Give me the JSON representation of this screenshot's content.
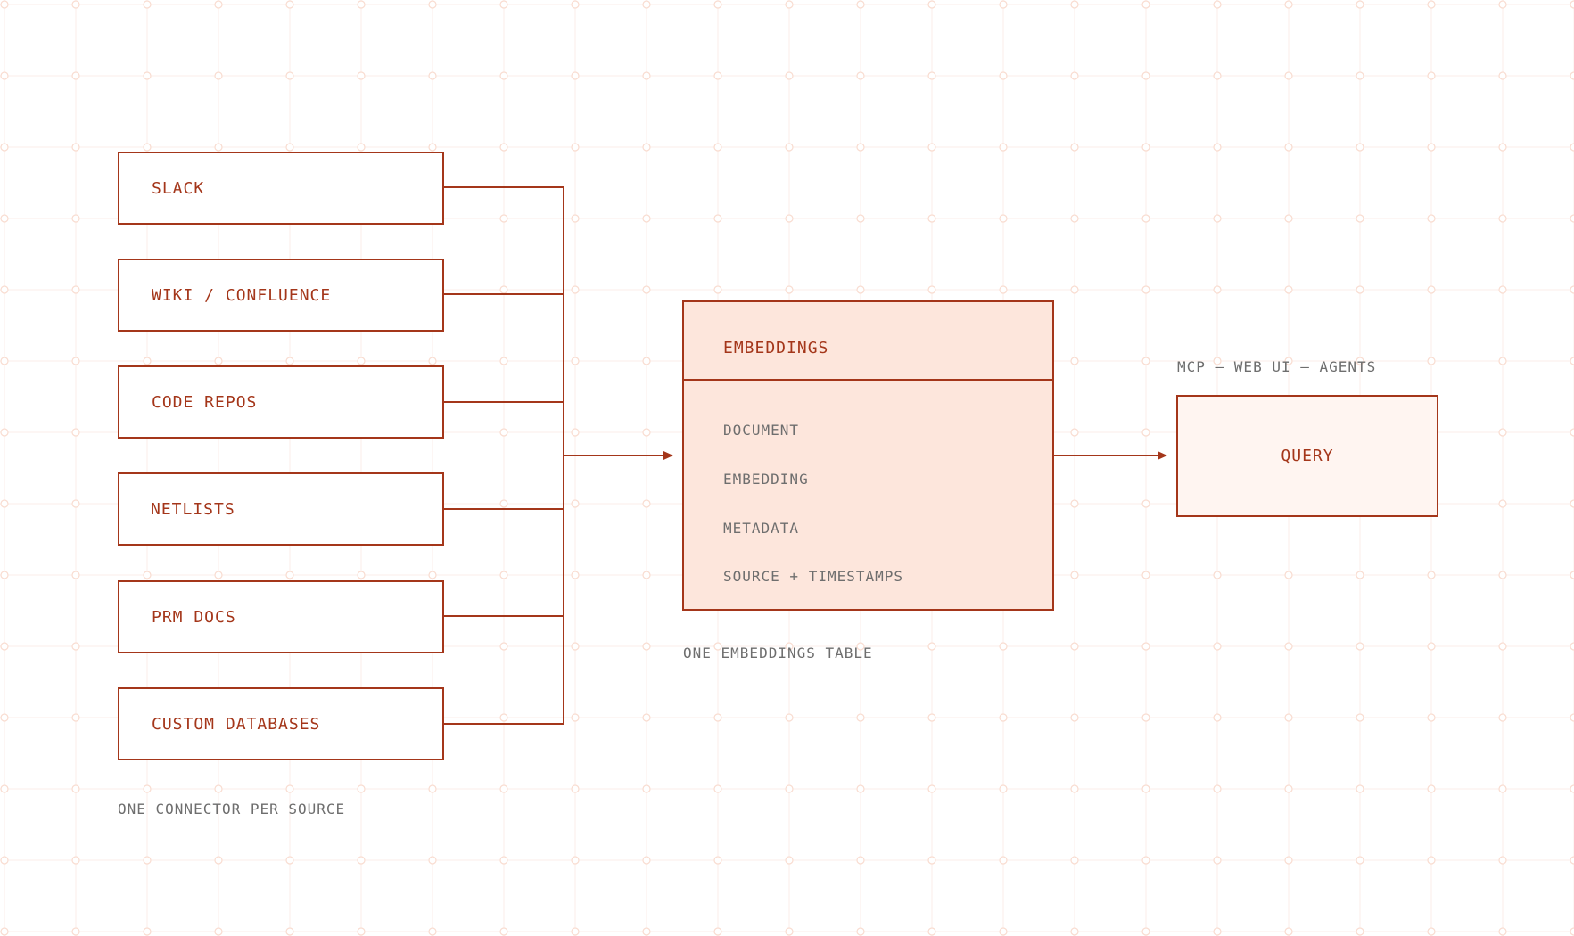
{
  "colors": {
    "accent": "#a4361a",
    "table_fill": "#fde6dc",
    "query_fill": "#fff5f1",
    "muted_text": "#6e6e6e",
    "grid": "#f9dcd0"
  },
  "sources": [
    {
      "label": "SLACK"
    },
    {
      "label": "WIKI / CONFLUENCE"
    },
    {
      "label": "CODE REPOS"
    },
    {
      "label": "NETLISTS"
    },
    {
      "label": "PRM DOCS"
    },
    {
      "label": "CUSTOM DATABASES"
    }
  ],
  "sources_caption": "ONE CONNECTOR PER SOURCE",
  "embeddings": {
    "title": "EMBEDDINGS",
    "fields": [
      "DOCUMENT",
      "EMBEDDING",
      "METADATA",
      "SOURCE + TIMESTAMPS"
    ],
    "caption": "ONE EMBEDDINGS TABLE"
  },
  "query": {
    "label": "QUERY",
    "caption": "MCP — WEB UI — AGENTS"
  }
}
